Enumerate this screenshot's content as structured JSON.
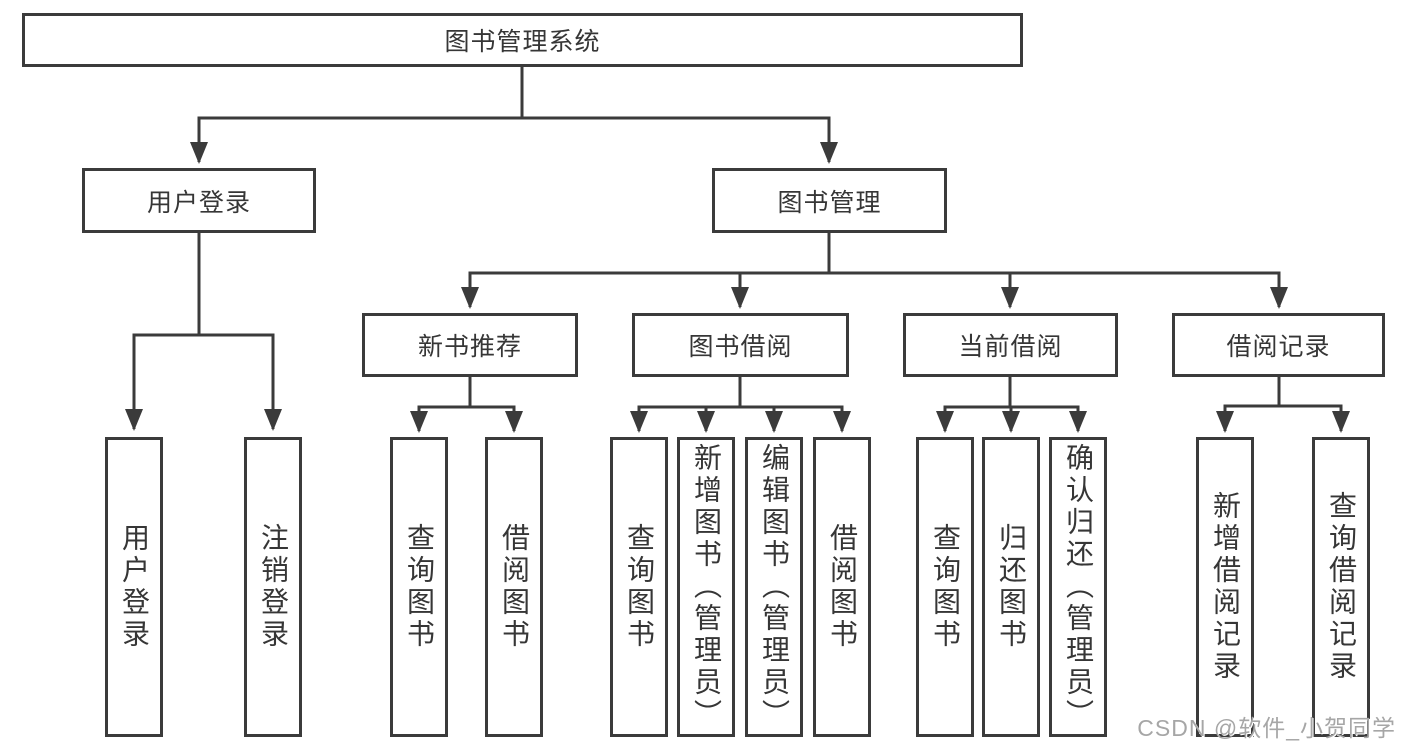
{
  "title": "图书管理系统",
  "root": {
    "label": "图书管理系统"
  },
  "branches": [
    {
      "label": "用户登录",
      "children": [
        {
          "label": "用户登录"
        },
        {
          "label": "注销登录"
        }
      ]
    },
    {
      "label": "图书管理",
      "children": [
        {
          "label": "新书推荐",
          "children": [
            {
              "label": "查询图书"
            },
            {
              "label": "借阅图书"
            }
          ]
        },
        {
          "label": "图书借阅",
          "children": [
            {
              "label": "查询图书"
            },
            {
              "label": "新增图书（管理员）"
            },
            {
              "label": "编辑图书（管理员）"
            },
            {
              "label": "借阅图书"
            }
          ]
        },
        {
          "label": "当前借阅",
          "children": [
            {
              "label": "查询图书"
            },
            {
              "label": "归还图书"
            },
            {
              "label": "确认归还（管理员）"
            }
          ]
        },
        {
          "label": "借阅记录",
          "children": [
            {
              "label": "新增借阅记录"
            },
            {
              "label": "查询借阅记录"
            }
          ]
        }
      ]
    }
  ],
  "watermark": "CSDN @软件_小贺同学",
  "colors": {
    "line": "#3b3b3b",
    "text": "#363636",
    "background": "#ffffff",
    "watermark": "#a6a6a6"
  }
}
